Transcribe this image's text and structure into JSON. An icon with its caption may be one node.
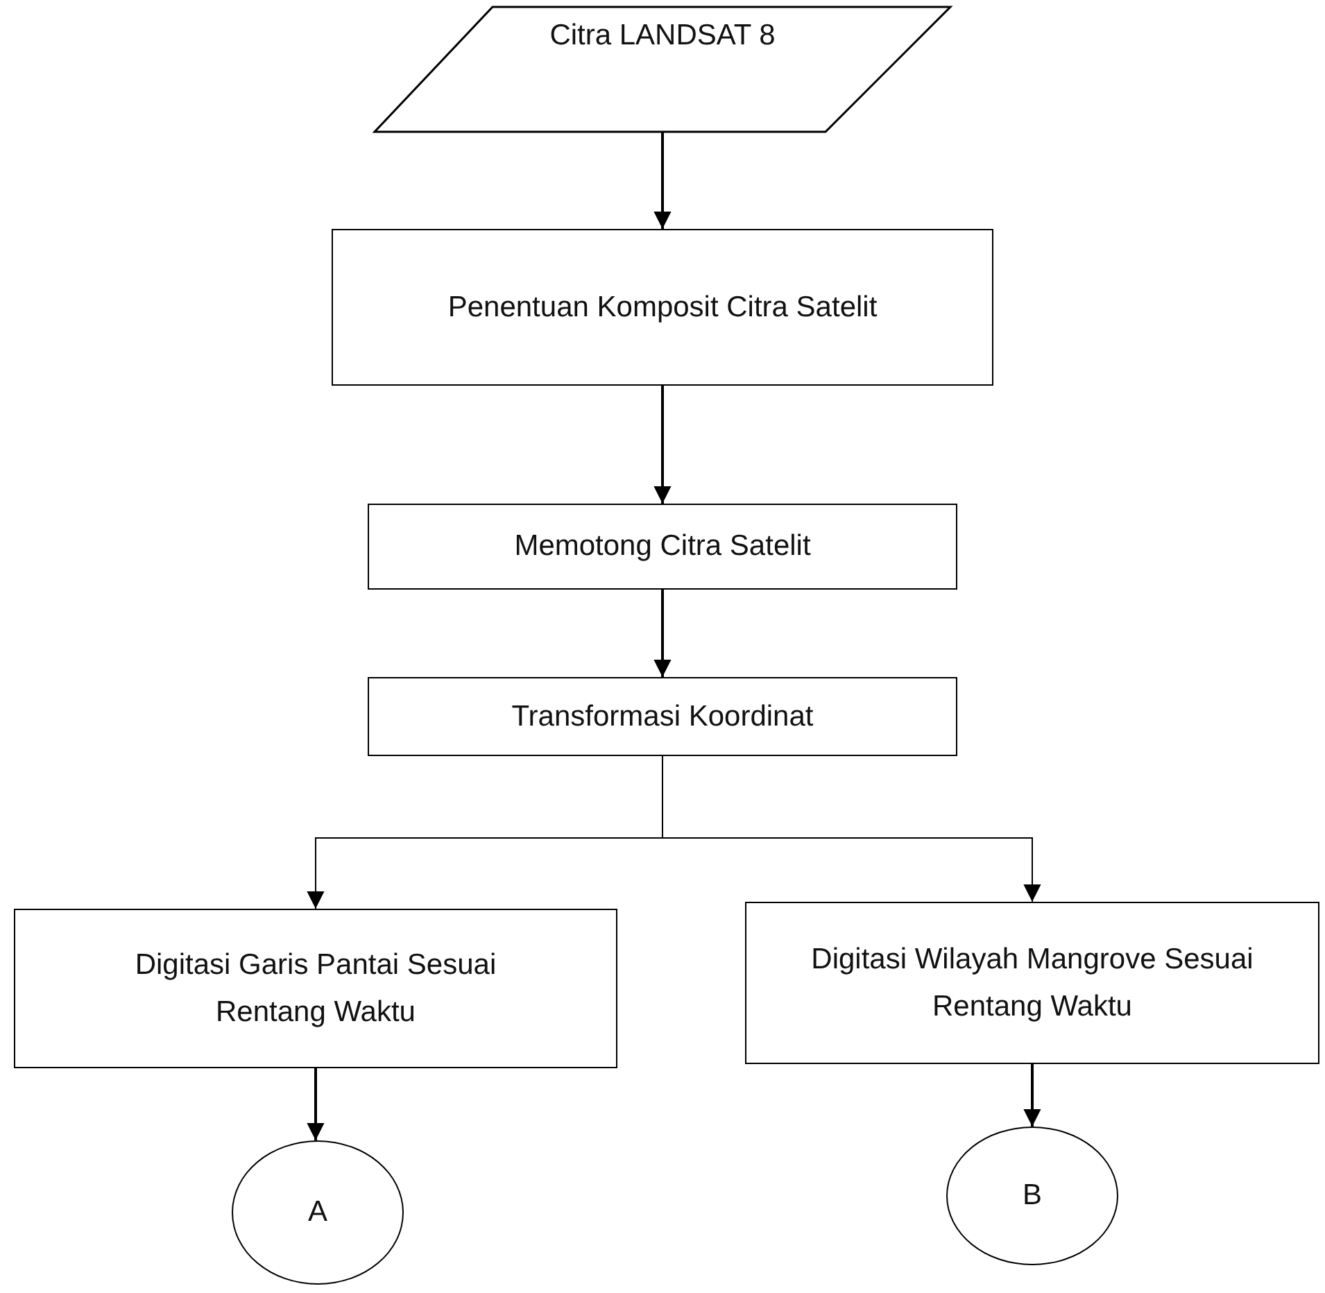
{
  "diagram": {
    "nodes": [
      {
        "text": [
          "Citra LANDSAT 8"
        ]
      },
      {
        "text": [
          "Penentuan Komposit Citra Satelit"
        ]
      },
      {
        "text": [
          "Memotong Citra Satelit"
        ]
      },
      {
        "text": [
          "Transformasi Koordinat"
        ]
      },
      {
        "text": [
          "Digitasi Garis Pantai Sesuai Rentang Waktu"
        ]
      },
      {
        "text": [
          "Digitasi Wilayah Mangrove Sesuai Rentang Waktu"
        ]
      },
      {
        "text": [
          "A"
        ]
      },
      {
        "text": [
          "B"
        ]
      }
    ],
    "edges": [
      {
        "from": 0,
        "to": 1,
        "arrow": "to"
      },
      {
        "from": 1,
        "to": 2,
        "arrow": "to"
      },
      {
        "from": 2,
        "to": 3,
        "arrow": "to"
      },
      {
        "from": 3,
        "to": 4,
        "arrow": "to"
      },
      {
        "from": 3,
        "to": 5,
        "arrow": "to"
      },
      {
        "from": 4,
        "to": 6,
        "arrow": "to"
      },
      {
        "from": 5,
        "to": 7,
        "arrow": "to"
      }
    ]
  }
}
